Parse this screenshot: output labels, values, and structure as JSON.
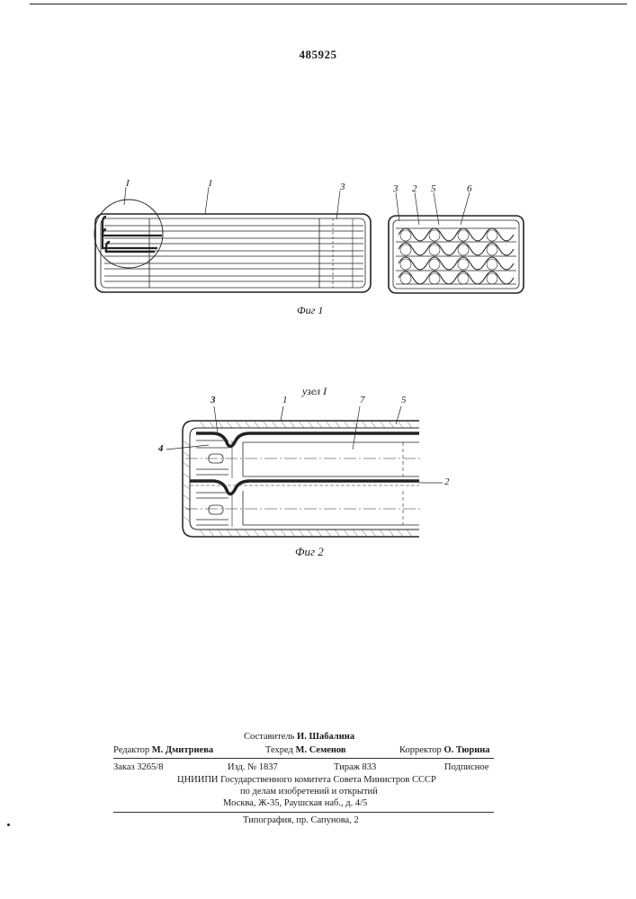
{
  "patent_number": "485925",
  "fig1": {
    "caption": "Фиг 1",
    "callouts_left": [
      "I",
      "1",
      "3"
    ],
    "callouts_right": [
      "3",
      "2",
      "5",
      "6"
    ]
  },
  "fig2": {
    "node_label": "узел I",
    "caption": "Фиг 2",
    "callouts": [
      "3",
      "1",
      "7",
      "5",
      "4",
      "2"
    ]
  },
  "credits": {
    "composer_label": "Составитель",
    "composer_name": "И. Шабалина",
    "editor_label": "Редактор",
    "editor_name": "М. Дмитриева",
    "techred_label": "Техред",
    "techred_name": "М. Семенов",
    "corrector_label": "Корректор",
    "corrector_name": "О. Тюрина",
    "order": "Заказ 3265/8",
    "edition": "Изд. № 1837",
    "print_run": "Тираж 833",
    "subscription": "Подписное",
    "institute_line1": "ЦНИИПИ Государственного комитета Совета Министров СССР",
    "institute_line2": "по делам изобретений и открытий",
    "institute_line3": "Москва, Ж-35, Раушская наб., д. 4/5",
    "printer": "Типография, пр. Сапунова, 2"
  }
}
